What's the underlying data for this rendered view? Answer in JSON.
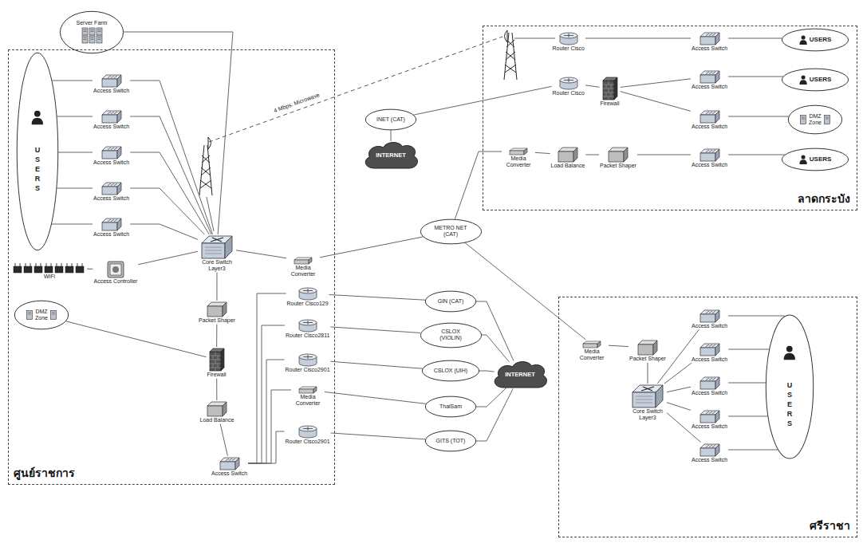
{
  "diagram": {
    "nodes": [
      {
        "text": [
          "Server Farm"
        ]
      },
      {
        "text": [
          "ศูนย์ราชการ"
        ]
      },
      {
        "text": [
          "USERS"
        ],
        "in": 1
      },
      {
        "text": [
          "Access Switch"
        ],
        "in": 1
      },
      {
        "text": [
          "Access Switch"
        ],
        "in": 1
      },
      {
        "text": [
          "Access Switch"
        ],
        "in": 1
      },
      {
        "text": [
          "Access Switch"
        ],
        "in": 1
      },
      {
        "text": [
          "Access Switch"
        ],
        "in": 1
      },
      {
        "text": [
          "WiFi"
        ],
        "in": 1
      },
      {
        "text": [
          "Access Controller"
        ],
        "in": 1
      },
      {
        "text": [
          "DMZ Zone"
        ],
        "in": 1
      },
      {
        "text": [
          "Core Switch Layer3"
        ],
        "in": 1
      },
      {
        "text": [
          "Packet Shaper"
        ],
        "in": 1
      },
      {
        "text": [
          "Firewall"
        ],
        "in": 1
      },
      {
        "text": [
          "Load Balance"
        ],
        "in": 1
      },
      {
        "text": [
          "Access Switch"
        ],
        "in": 1
      },
      {
        "text": [
          "Media Converter"
        ],
        "in": 1
      },
      {
        "text": [
          "Router Cisco129"
        ],
        "in": 1
      },
      {
        "text": [
          "Router Cisco2811"
        ],
        "in": 1
      },
      {
        "text": [
          "Router Cisco2901"
        ],
        "in": 1
      },
      {
        "text": [
          "Media Converter"
        ],
        "in": 1
      },
      {
        "text": [
          "Router Cisco2901"
        ],
        "in": 1
      },
      {
        "text": [
          "INET (CAT)"
        ]
      },
      {
        "text": [
          "INTERNET"
        ]
      },
      {
        "text": [
          "METRO NET (CAT)"
        ]
      },
      {
        "text": [
          "GIN (CAT)"
        ]
      },
      {
        "text": [
          "CSLOX (VIOLIN)"
        ]
      },
      {
        "text": [
          "CSLOX (UIH)"
        ]
      },
      {
        "text": [
          "ThaiSam"
        ]
      },
      {
        "text": [
          "GITS (TOT)"
        ]
      },
      {
        "text": [
          "INTERNET"
        ]
      },
      {
        "text": [
          "ลาดกระบัง"
        ]
      },
      {
        "text": [
          "Router Cisco"
        ],
        "in": 31
      },
      {
        "text": [
          "Access Switch"
        ],
        "in": 31
      },
      {
        "text": [
          "USERS"
        ],
        "in": 31
      },
      {
        "text": [
          "Router Cisco"
        ],
        "in": 31
      },
      {
        "text": [
          "Firewall"
        ],
        "in": 31
      },
      {
        "text": [
          "Access Switch"
        ],
        "in": 31
      },
      {
        "text": [
          "USERS"
        ],
        "in": 31
      },
      {
        "text": [
          "Access Switch"
        ],
        "in": 31
      },
      {
        "text": [
          "DMZ Zone"
        ],
        "in": 31
      },
      {
        "text": [
          "Media Converter"
        ],
        "in": 31
      },
      {
        "text": [
          "Load Balance"
        ],
        "in": 31
      },
      {
        "text": [
          "Packet Shaper"
        ],
        "in": 31
      },
      {
        "text": [
          "Access Switch"
        ],
        "in": 31
      },
      {
        "text": [
          "USERS"
        ],
        "in": 31
      },
      {
        "text": [
          "ศรีราชา"
        ]
      },
      {
        "text": [
          "Media Converter"
        ],
        "in": 46
      },
      {
        "text": [
          "Packet Shaper"
        ],
        "in": 46
      },
      {
        "text": [
          "Core Switch Layer3"
        ],
        "in": 46
      },
      {
        "text": [
          "Access Switch"
        ],
        "in": 46
      },
      {
        "text": [
          "Access Switch"
        ],
        "in": 46
      },
      {
        "text": [
          "Access Switch"
        ],
        "in": 46
      },
      {
        "text": [
          "Access Switch"
        ],
        "in": 46
      },
      {
        "text": [
          "Access Switch"
        ],
        "in": 46
      },
      {
        "text": [
          "USERS"
        ],
        "in": 46
      }
    ],
    "edges": [
      {
        "from": 0,
        "to": 11,
        "arrow": "none"
      },
      {
        "from": 2,
        "to": 3,
        "arrow": "none"
      },
      {
        "from": 2,
        "to": 4,
        "arrow": "none"
      },
      {
        "from": 2,
        "to": 5,
        "arrow": "none"
      },
      {
        "from": 2,
        "to": 6,
        "arrow": "none"
      },
      {
        "from": 2,
        "to": 7,
        "arrow": "none"
      },
      {
        "from": 3,
        "to": 11,
        "arrow": "none"
      },
      {
        "from": 4,
        "to": 11,
        "arrow": "none"
      },
      {
        "from": 5,
        "to": 11,
        "arrow": "none"
      },
      {
        "from": 6,
        "to": 11,
        "arrow": "none"
      },
      {
        "from": 7,
        "to": 11,
        "arrow": "none"
      },
      {
        "from": 9,
        "to": 11,
        "arrow": "none"
      },
      {
        "from": 8,
        "to": 9,
        "arrow": "none"
      },
      {
        "from": 11,
        "to": 16,
        "arrow": "none"
      },
      {
        "from": 11,
        "to": 12,
        "arrow": "none"
      },
      {
        "from": 12,
        "to": 13,
        "arrow": "none"
      },
      {
        "from": 13,
        "to": 10,
        "arrow": "none"
      },
      {
        "from": 13,
        "to": 14,
        "arrow": "none"
      },
      {
        "from": 14,
        "to": 15,
        "arrow": "none"
      },
      {
        "from": 15,
        "to": 17,
        "arrow": "none"
      },
      {
        "from": 15,
        "to": 18,
        "arrow": "none"
      },
      {
        "from": 15,
        "to": 19,
        "arrow": "none"
      },
      {
        "from": 15,
        "to": 20,
        "arrow": "none"
      },
      {
        "from": 15,
        "to": 21,
        "arrow": "none"
      },
      {
        "from": 16,
        "to": 24,
        "arrow": "none"
      },
      {
        "from": 17,
        "to": 25,
        "arrow": "none"
      },
      {
        "from": 18,
        "to": 26,
        "arrow": "none"
      },
      {
        "from": 19,
        "to": 27,
        "arrow": "none"
      },
      {
        "from": 20,
        "to": 28,
        "arrow": "none"
      },
      {
        "from": 21,
        "to": 29,
        "arrow": "none"
      },
      {
        "from": 25,
        "to": 30,
        "arrow": "none"
      },
      {
        "from": 26,
        "to": 30,
        "arrow": "none"
      },
      {
        "from": 27,
        "to": 30,
        "arrow": "none"
      },
      {
        "from": 28,
        "to": 30,
        "arrow": "none"
      },
      {
        "from": 29,
        "to": 30,
        "arrow": "none"
      },
      {
        "from": 22,
        "to": 23,
        "arrow": "none"
      },
      {
        "from": 22,
        "to": 35,
        "arrow": "none"
      },
      {
        "from": 24,
        "to": 41,
        "arrow": "none"
      },
      {
        "from": 24,
        "to": 47,
        "arrow": "none"
      },
      {
        "from": 32,
        "to": 33,
        "arrow": "none"
      },
      {
        "from": 33,
        "to": 34,
        "arrow": "none"
      },
      {
        "from": 35,
        "to": 36,
        "arrow": "none"
      },
      {
        "from": 36,
        "to": 37,
        "arrow": "none"
      },
      {
        "from": 37,
        "to": 38,
        "arrow": "none"
      },
      {
        "from": 36,
        "to": 39,
        "arrow": "none"
      },
      {
        "from": 39,
        "to": 40,
        "arrow": "none"
      },
      {
        "from": 41,
        "to": 42,
        "arrow": "none"
      },
      {
        "from": 42,
        "to": 43,
        "arrow": "none"
      },
      {
        "from": 43,
        "to": 44,
        "arrow": "none"
      },
      {
        "from": 44,
        "to": 45,
        "arrow": "none"
      },
      {
        "from": 47,
        "to": 48,
        "arrow": "none"
      },
      {
        "from": 48,
        "to": 49,
        "arrow": "none"
      },
      {
        "from": 49,
        "to": 50,
        "arrow": "none"
      },
      {
        "from": 49,
        "to": 51,
        "arrow": "none"
      },
      {
        "from": 49,
        "to": 52,
        "arrow": "none"
      },
      {
        "from": 49,
        "to": 53,
        "arrow": "none"
      },
      {
        "from": 49,
        "to": 54,
        "arrow": "none"
      },
      {
        "from": 50,
        "to": 55,
        "arrow": "none"
      },
      {
        "from": 51,
        "to": 55,
        "arrow": "none"
      },
      {
        "from": 52,
        "to": 55,
        "arrow": "none"
      },
      {
        "from": 53,
        "to": 55,
        "arrow": "none"
      },
      {
        "from": 54,
        "to": 55,
        "arrow": "none"
      }
    ],
    "labels": [
      "4 Mbps. Microwave"
    ]
  }
}
